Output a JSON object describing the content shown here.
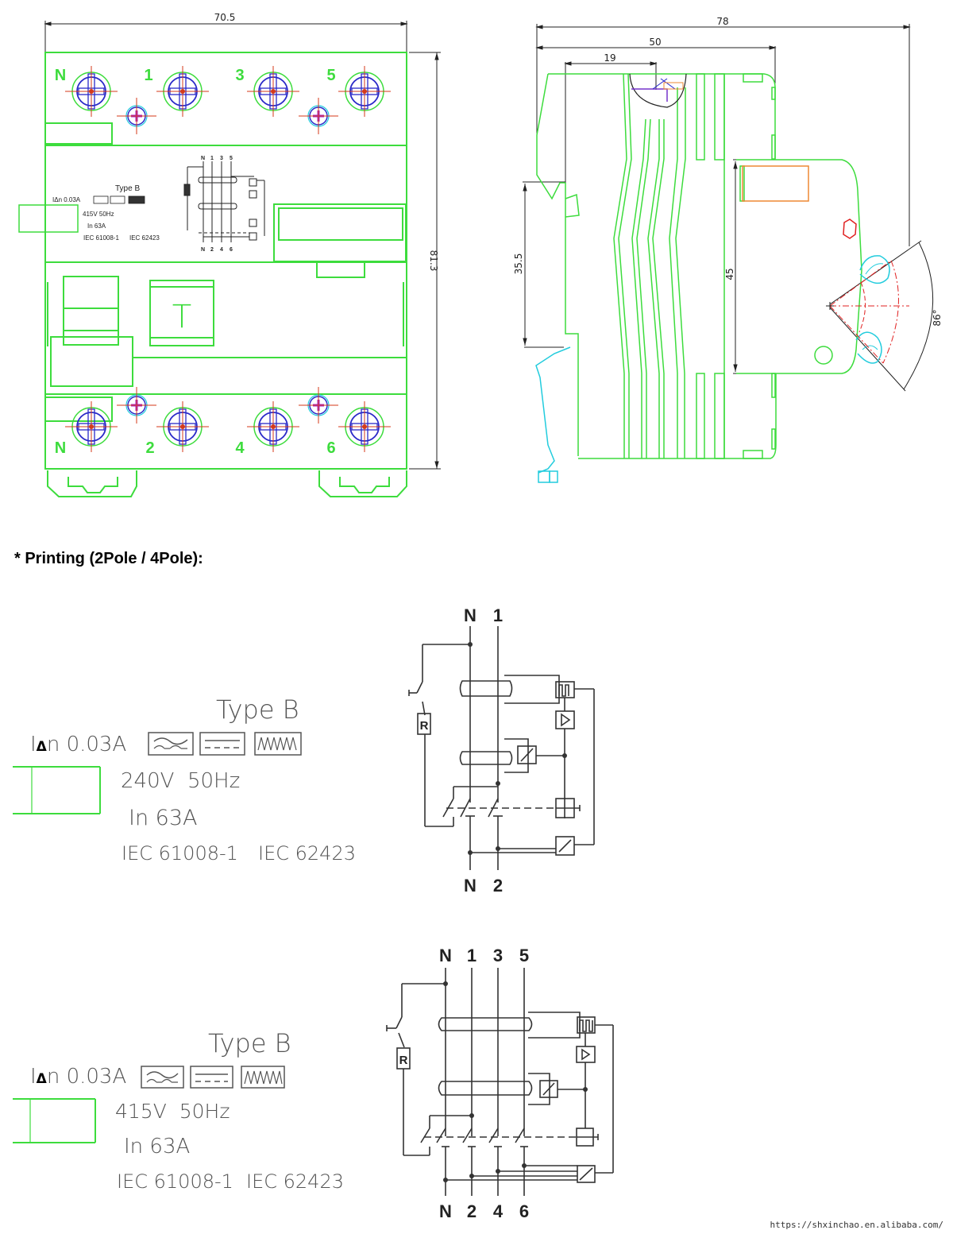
{
  "front_view": {
    "width_dim": "70.5",
    "height_dim": "81.3",
    "top_terminals": [
      "N",
      "1",
      "3",
      "5"
    ],
    "bottom_terminals": [
      "N",
      "2",
      "4",
      "6"
    ],
    "test_button": "T",
    "mini_label": {
      "type": "Type B",
      "idn": "IΔn 0.03A",
      "voltage": "415V 50Hz",
      "current": "In 63A",
      "std1": "IEC 61008-1",
      "std2": "IEC 62423",
      "top_terms": [
        "N",
        "1",
        "3",
        "5"
      ],
      "bottom_terms": [
        "N",
        "2",
        "4",
        "6"
      ]
    }
  },
  "side_view": {
    "total_depth": "78",
    "depth_50": "50",
    "depth_19": "19",
    "rail_height": "35.5",
    "front_height": "45",
    "handle_angle": "86°"
  },
  "section_title": "* Printing (2Pole / 4Pole):",
  "labels": [
    {
      "type": "Type B",
      "idn_prefix": "I",
      "idn_delta": "Δ",
      "idn_suffix": "n 0.03A",
      "voltage": "240V  50Hz",
      "current": "In 63A",
      "std1": "IEC 61008-1",
      "std2": "IEC 62423"
    },
    {
      "type": "Type B",
      "idn_prefix": "I",
      "idn_delta": "Δ",
      "idn_suffix": "n 0.03A",
      "voltage": "415V  50Hz",
      "current": "In 63A",
      "std1": "IEC 61008-1",
      "std2": "IEC 62423"
    }
  ],
  "schematic_2p": {
    "top": [
      "N",
      "1"
    ],
    "bottom": [
      "N",
      "2"
    ],
    "resistor": "R"
  },
  "schematic_4p": {
    "top": [
      "N",
      "1",
      "3",
      "5"
    ],
    "bottom": [
      "N",
      "2",
      "4",
      "6"
    ],
    "resistor": "R"
  },
  "watermark": "https://shxinchao.en.alibaba.com/",
  "colors": {
    "outline": "#3ddc3d",
    "dimension": "#222222",
    "screw_blue": "#2a2ac8",
    "screw_red": "#d43a1a",
    "accent_cyan": "#22ccdd",
    "accent_orange": "#ee8833",
    "center_red": "#e02020",
    "print_text": "#555555"
  }
}
